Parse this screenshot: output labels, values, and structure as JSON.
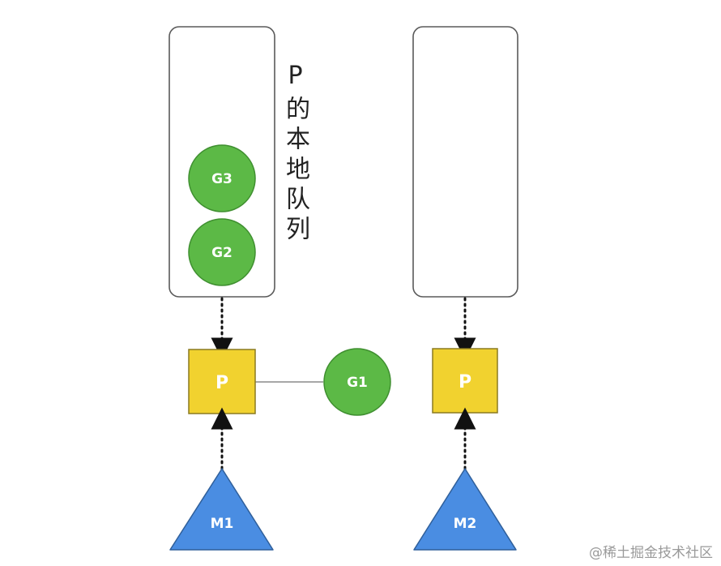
{
  "queue_caption": "P的本地队列",
  "nodes": {
    "g3": "G3",
    "g2": "G2",
    "g1": "G1",
    "p_left": "P",
    "p_right": "P",
    "m1": "M1",
    "m2": "M2"
  },
  "colors": {
    "goroutine_fill": "#5cb946",
    "goroutine_stroke": "#3f8f30",
    "processor_fill": "#f1d22f",
    "processor_stroke": "#8a7a20",
    "machine_fill": "#4a8de2",
    "machine_stroke": "#2f5f9a",
    "queue_stroke": "#5a5a5a",
    "arrow": "#111111",
    "link": "#8a8a8a"
  },
  "watermark": "@稀土掘金技术社区"
}
